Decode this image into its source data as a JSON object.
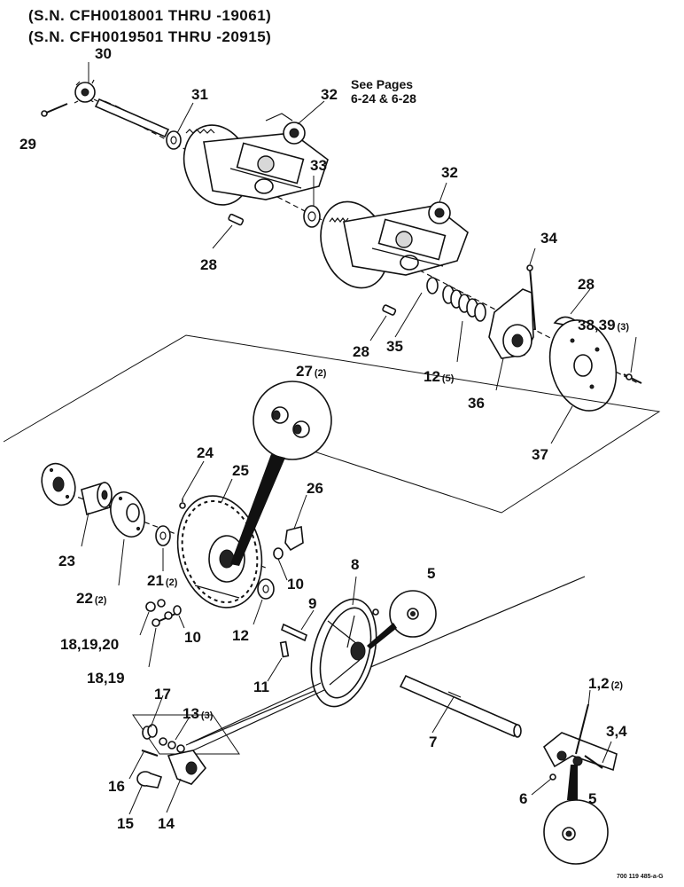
{
  "header": {
    "sn_line_1": "(S.N. CFH0018001 THRU -19061)",
    "sn_line_2": "(S.N. CFH0019501 THRU -20915)"
  },
  "note": {
    "line_1": "See Pages",
    "line_2": "6-24 & 6-28"
  },
  "callouts": {
    "c30": "30",
    "c31": "31",
    "c29": "29",
    "c32a": "32",
    "c32b": "32",
    "c33": "33",
    "c28a": "28",
    "c28b": "28",
    "c28c": "28",
    "c34": "34",
    "c35": "35",
    "c36": "36",
    "c37": "37",
    "c38_39": "38,39",
    "c38_39_qty": "(3)",
    "c12a": "12",
    "c12a_qty": "(5)",
    "c27": "27",
    "c27_qty": "(2)",
    "c24": "24",
    "c25": "25",
    "c26": "26",
    "c23": "23",
    "c22": "22",
    "c22_qty": "(2)",
    "c21": "21",
    "c21_qty": "(2)",
    "c10a": "10",
    "c10b": "10",
    "c12b": "12",
    "c8": "8",
    "c5a": "5",
    "c5b": "5",
    "c9": "9",
    "c18_19_20": "18,19,20",
    "c18_19": "18,19",
    "c11": "11",
    "c7": "7",
    "c1_2": "1,2",
    "c1_2_qty": "(2)",
    "c3_4": "3,4",
    "c6": "6",
    "c17": "17",
    "c13": "13",
    "c13_qty": "(3)",
    "c16": "16",
    "c15": "15",
    "c14": "14"
  },
  "drawing_code": "700 119 485-a-G"
}
